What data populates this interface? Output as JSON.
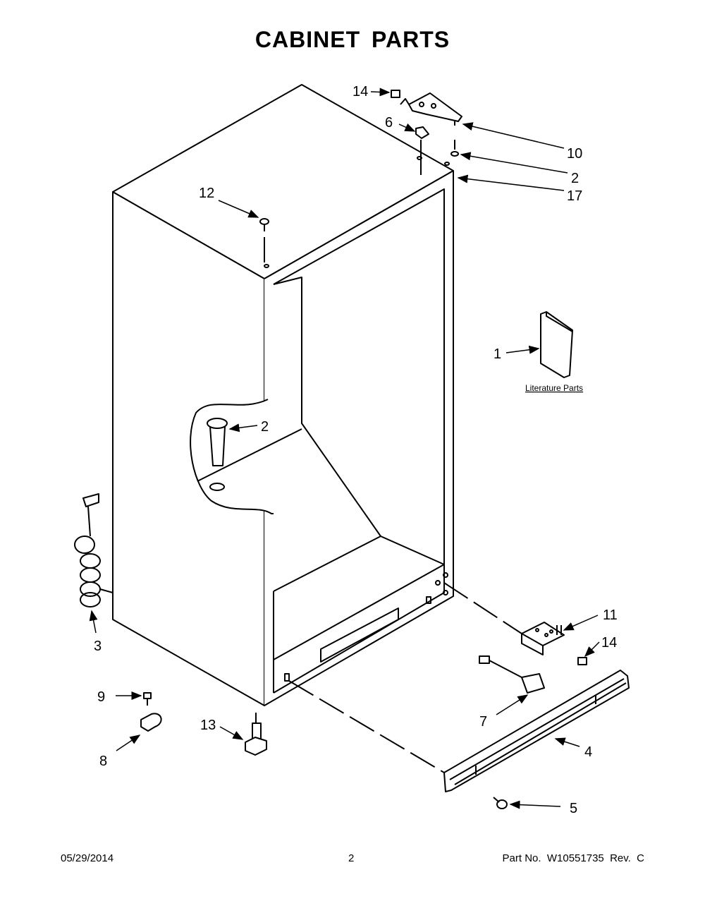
{
  "title": "CABINET PARTS",
  "footer": {
    "date": "05/29/2014",
    "page": "2",
    "part_number": "Part No.  W10551735  Rev.  C"
  },
  "literature_label": "Literature Parts",
  "callouts": {
    "c14_top": "14",
    "c6": "6",
    "c10": "10",
    "c2_top": "2",
    "c17": "17",
    "c12": "12",
    "c1": "1",
    "c2_mid": "2",
    "c3": "3",
    "c11": "11",
    "c14_bot": "14",
    "c9": "9",
    "c13": "13",
    "c7": "7",
    "c4": "4",
    "c8": "8",
    "c5": "5"
  }
}
